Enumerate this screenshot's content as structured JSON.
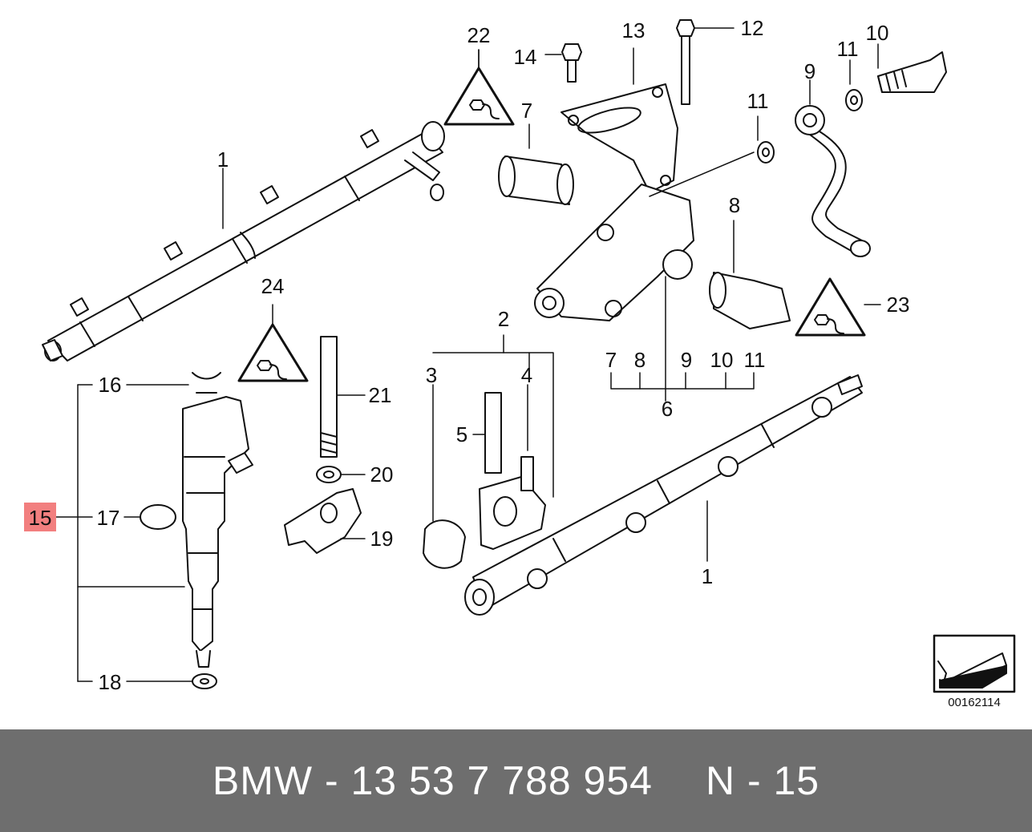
{
  "diagram": {
    "ref_code": "00162114",
    "highlighted_part": "15",
    "labels": {
      "rail_top": "1",
      "rail_bottom": "1",
      "p2": "2",
      "p3": "3",
      "p4": "4",
      "p5": "5",
      "p6": "6",
      "p7_top": "7",
      "p8_top": "8",
      "p9_top": "9",
      "p10_top": "10",
      "p11_top": "11",
      "p11_right": "11",
      "p7_row": "7",
      "p8_row": "8",
      "p9_row": "9",
      "p10_row": "10",
      "p11_row": "11",
      "p12": "12",
      "p13": "13",
      "p14": "14",
      "p15": "15",
      "p16": "16",
      "p17": "17",
      "p18": "18",
      "p19": "19",
      "p20": "20",
      "p21": "21",
      "p22": "22",
      "p23": "23",
      "p24": "24"
    },
    "icons": [
      "warning-triangle-icon",
      "direction-arrow-icon"
    ]
  },
  "footer": {
    "part_number": "BMW - 13 53 7 788 954",
    "position": "N - 15"
  }
}
